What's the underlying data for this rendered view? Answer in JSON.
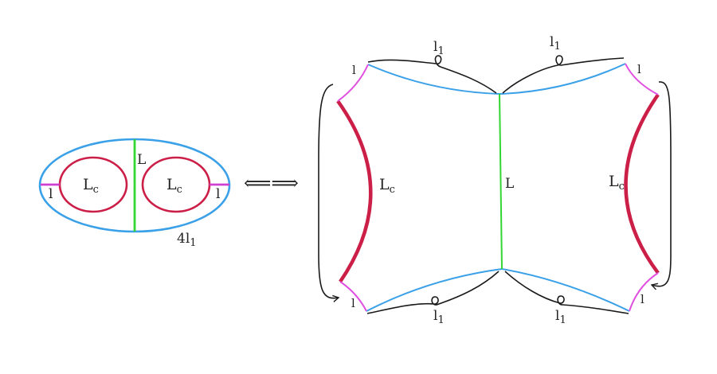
{
  "colors": {
    "boundary": "#3aa0e8",
    "cuff": "#cc1f48",
    "seam": "#33d633",
    "short_arc": "#e04fe0",
    "gluing": "#1a1a1a"
  },
  "left_surface": {
    "seam_label": "L",
    "cuff_left": {
      "main": "L",
      "sub": "c"
    },
    "cuff_right": {
      "main": "L",
      "sub": "c"
    },
    "arc_left_label": "l",
    "arc_right_label": "l",
    "outer_label": {
      "main": "4l",
      "sub": "1"
    }
  },
  "equivalence_symbol": "⟸⟹",
  "right_polygon": {
    "seam_label": "L",
    "cuff_left": {
      "main": "L",
      "sub": "c"
    },
    "cuff_right": {
      "main": "L",
      "sub": "c"
    },
    "corner_labels": [
      "l",
      "l",
      "l",
      "l"
    ],
    "edge_labels": [
      {
        "main": "l",
        "sub": "1"
      },
      {
        "main": "l",
        "sub": "1"
      },
      {
        "main": "l",
        "sub": "1"
      },
      {
        "main": "l",
        "sub": "1"
      }
    ]
  }
}
